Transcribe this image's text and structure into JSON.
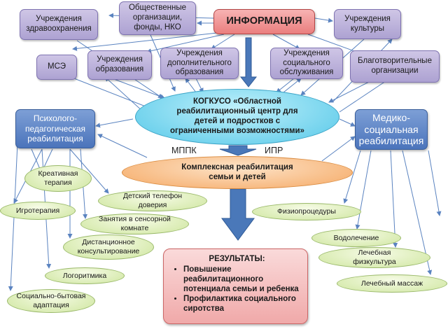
{
  "info": "ИНФОРМАЦИЯ",
  "institutions": {
    "health": "Учреждения\nздравоохранения",
    "public_orgs": "Общественные\nорганизации,\nфонды, НКО",
    "culture": "Учреждения\nкультуры",
    "mse": "МСЭ",
    "education": "Учреждения\nобразования",
    "extra_education": "Учреждения\nдополнительного\nобразования",
    "social_service": "Учреждения\nсоциального\nобслуживания",
    "charity": "Благотворительные\nорганизации"
  },
  "center": "КОГКУСО «Областной\nреабилитационный центр для\nдетей и подростков с\nограниченными возможностями»",
  "mppk": "МППК",
  "ipr": "ИПР",
  "complex": "Комплексная реабилитация\nсемьи и детей",
  "psych_title": "Психолого-\nпедагогическая\nреабилитация",
  "medical_title": "Медико-\nсоциальная\nреабилитация",
  "psych_items": [
    "Креативная\nтерапия",
    "Детский телефон\nдоверия",
    "Игротерапия",
    "Занятия в сенсорной\nкомнате",
    "Дистанционное\nконсультирование",
    "Логоритмика",
    "Социально-бытовая\nадаптация"
  ],
  "medical_items": [
    "Физиопроцедуры",
    "Водолечение",
    "Лечебная\nфизкультура",
    "Лечебный массаж"
  ],
  "results": {
    "title": "РЕЗУЛЬТАТЫ:",
    "items": [
      "Повышение реабилитационного потенциала семьи и ребенка",
      "Профилактика социального сиротства"
    ]
  },
  "colors": {
    "purple_box": "#bfb6df",
    "blue_box": "#5b82c4",
    "info_box": "#ee8f8f",
    "green_ellipse": "#e3f1c2",
    "center_ellipse": "#7fd8f0",
    "complex_ellipse": "#f8bf87",
    "arrow": "#4a78b9",
    "results_box": "#f4bcbc"
  }
}
